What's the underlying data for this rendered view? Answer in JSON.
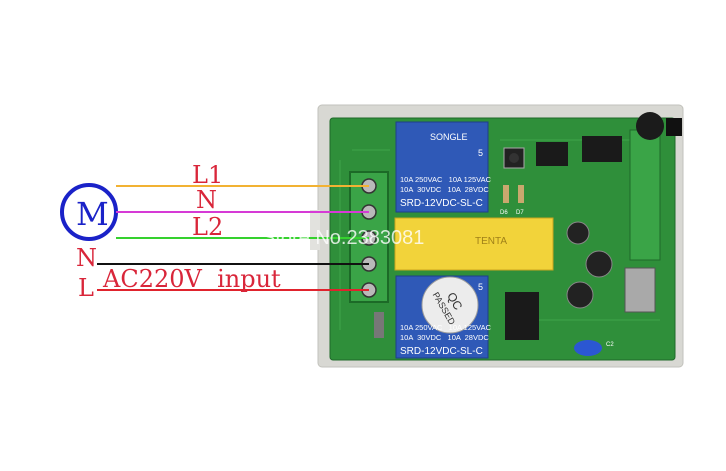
{
  "motor": {
    "label": "M"
  },
  "wires": {
    "l1": {
      "label": "L1",
      "color": "#f2b233"
    },
    "n_top": {
      "label": "N",
      "color": "#d63ad6"
    },
    "l2": {
      "label": "L2",
      "color": "#35d12e"
    },
    "n_input": {
      "label": "N",
      "color": "#111111"
    },
    "l_input": {
      "label": "L",
      "color": "#e0232d"
    },
    "input_label": "AC220V  input"
  },
  "board": {
    "relay_top": {
      "brand": "SONGLE",
      "lines": [
        "10A 250VAC   10A 125VAC",
        "10A  30VDC   10A  28VDC",
        "SRD-12VDC-SL-C"
      ],
      "num": "5"
    },
    "relay_bottom": {
      "lines": [
        "10A 250VAC   10A 125VAC",
        "10A  30VDC   10A  28VDC",
        "SRD-12VDC-SL-C"
      ],
      "num": "5"
    },
    "qc_stamp": {
      "line1": "QC",
      "line2": "PASSED"
    },
    "capacitor_brand": "TENTA",
    "silk_labels": [
      "D6",
      "D7",
      "C2"
    ]
  },
  "watermark": "Store No.2383081",
  "colors": {
    "board_green": "#2f8f3a",
    "relay_blue": "#2f59b7",
    "case_gray": "#d7d7d2",
    "motor_blue": "#1a22c8",
    "capacitor_yellow": "#f2d33a"
  }
}
